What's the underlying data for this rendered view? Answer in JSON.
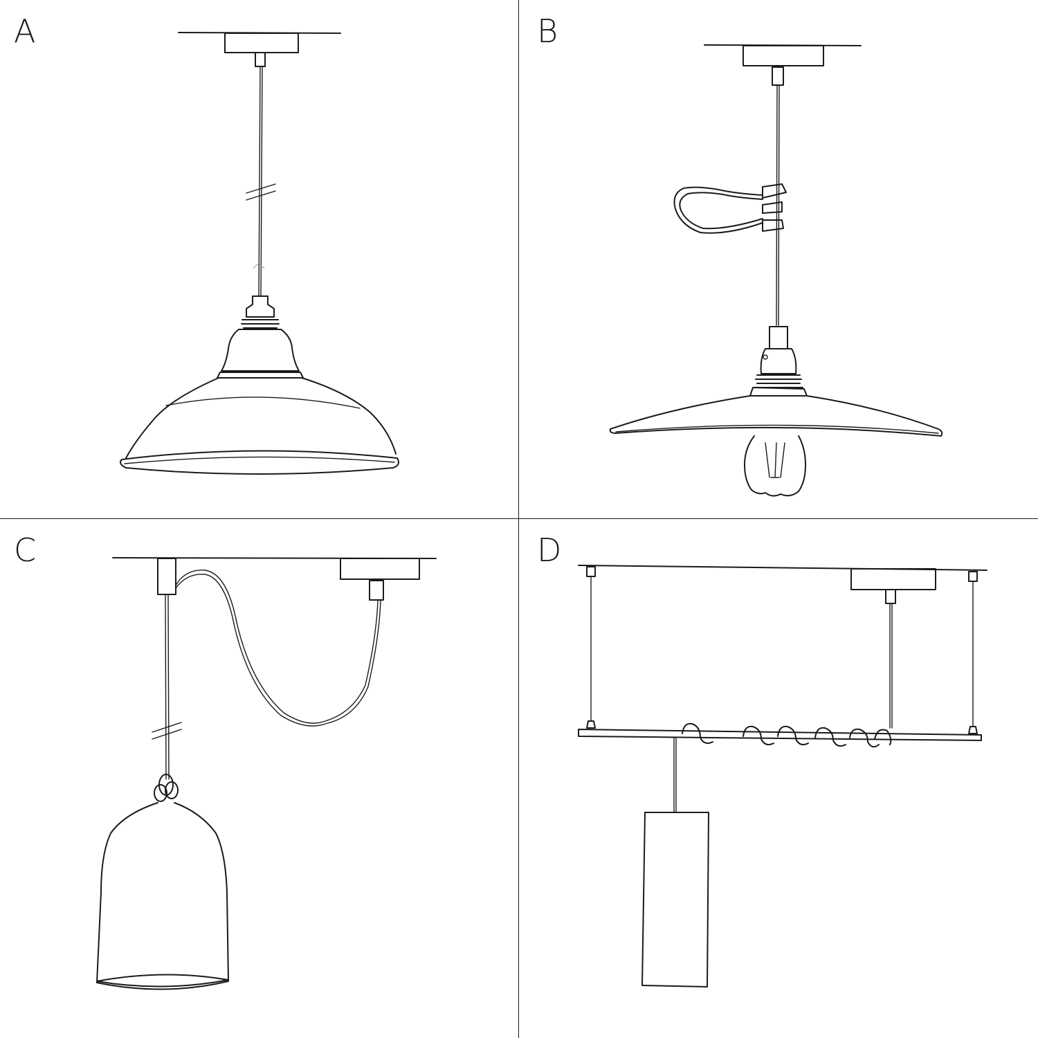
{
  "panels": [
    {
      "label": "A",
      "lamp": "enamel-dome-pendant"
    },
    {
      "label": "B",
      "lamp": "flat-shade-pendant-with-cord-loop"
    },
    {
      "label": "C",
      "lamp": "bell-ceramic-pendant-with-offset-cord"
    },
    {
      "label": "D",
      "lamp": "cylinder-pendant-on-suspension-bar"
    }
  ],
  "colors": {
    "ink": "#1a1a1a",
    "background": "#ffffff"
  }
}
